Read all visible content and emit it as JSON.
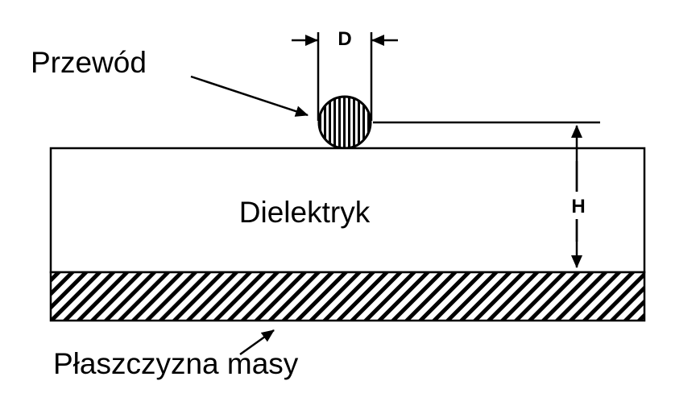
{
  "labels": {
    "wire": "Przewód",
    "dielectric": "Dielektryk",
    "ground_plane": "Płaszczyzna masy",
    "diameter": "D",
    "height": "H"
  }
}
